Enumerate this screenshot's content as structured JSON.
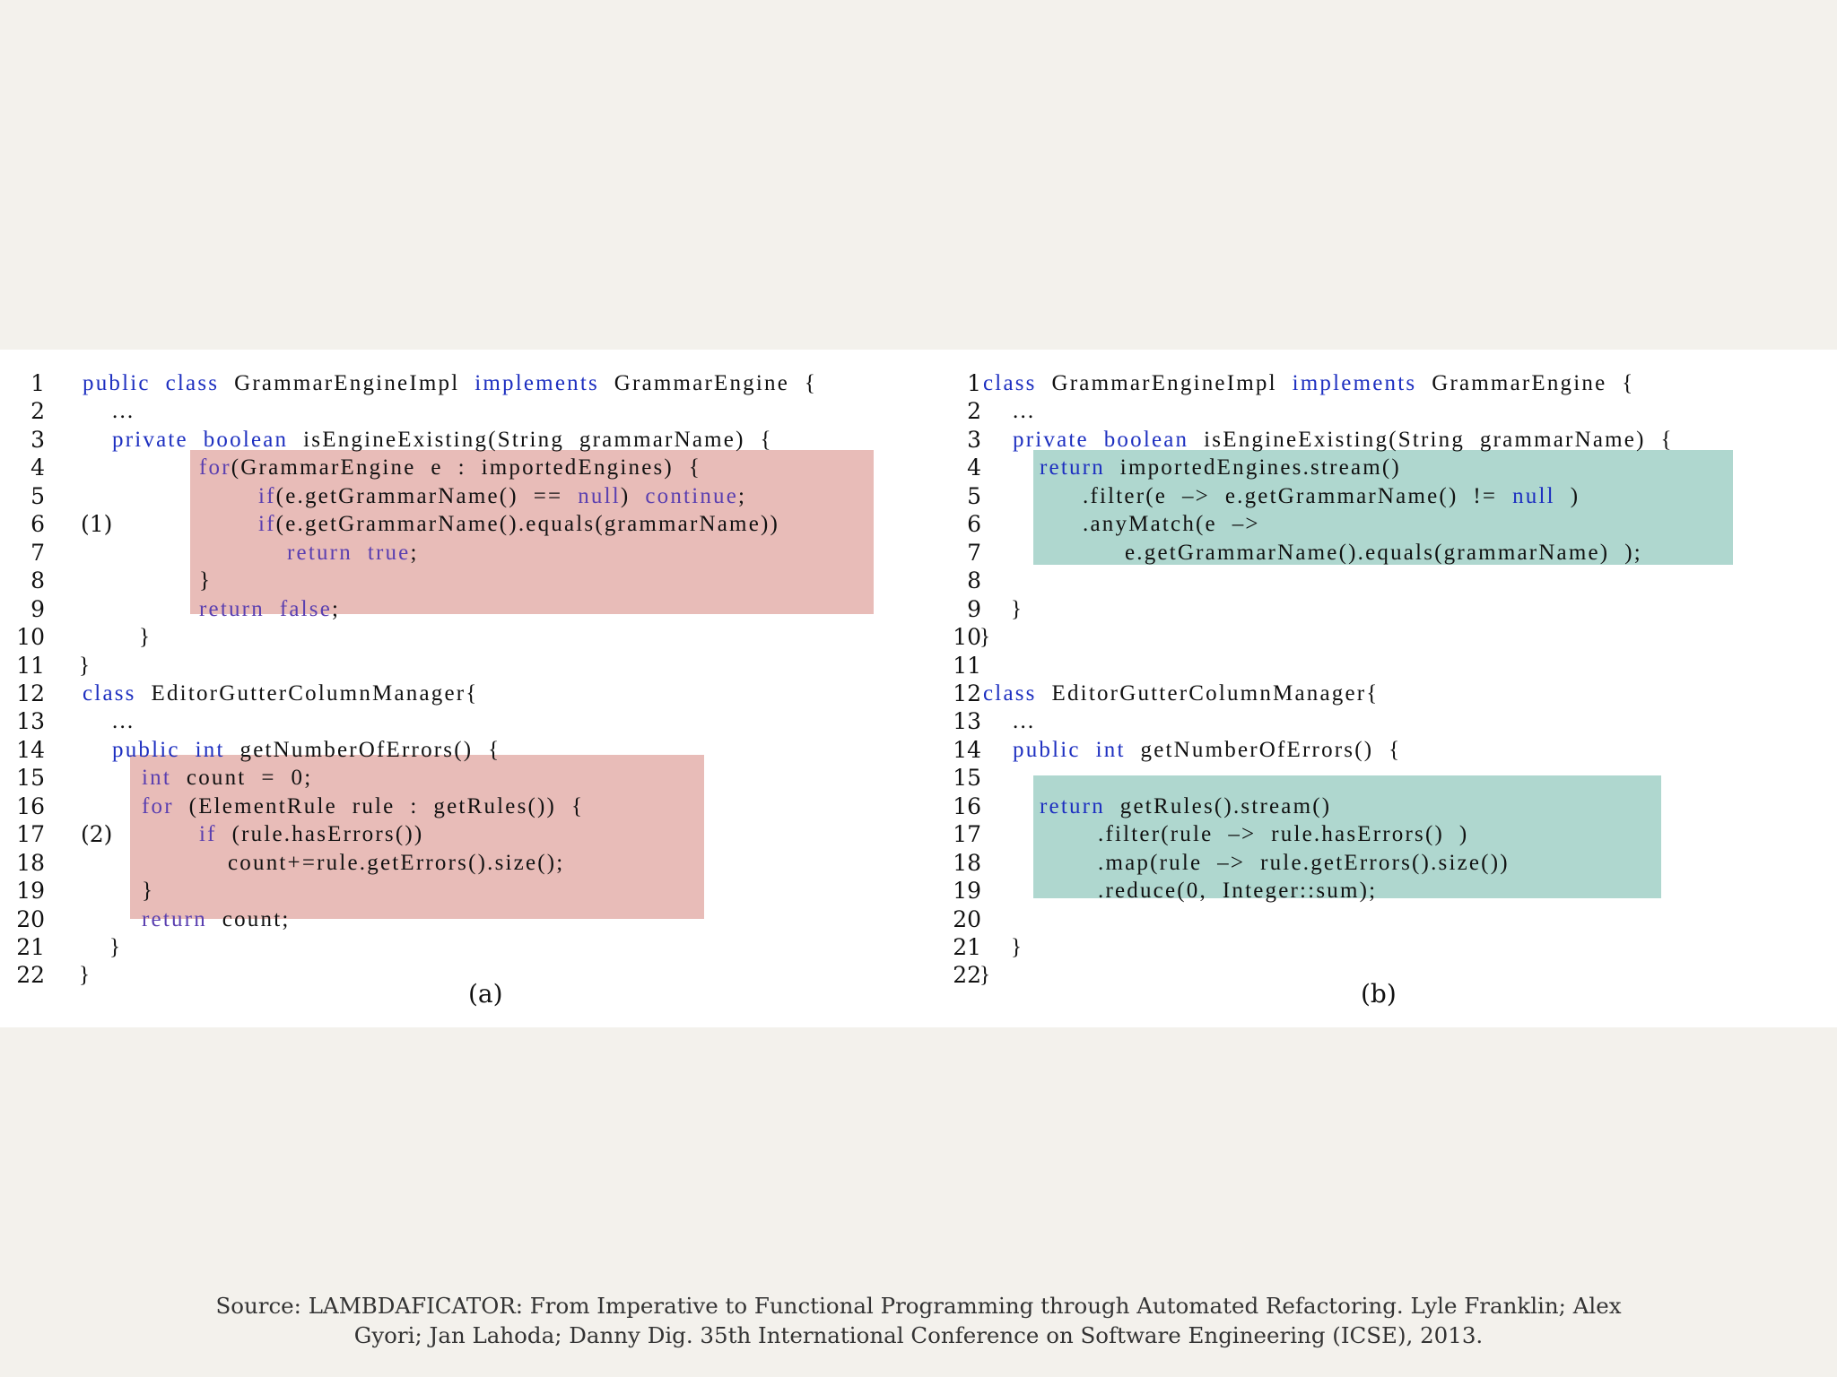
{
  "code_a": [
    {
      "n": "1",
      "mark": "",
      "indent": 92,
      "hl": false,
      "parts": [
        [
          "kw",
          "public"
        ],
        [
          "",
          "  "
        ],
        [
          "kw",
          "class"
        ],
        [
          "",
          "  GrammarEngineImpl  "
        ],
        [
          "kw",
          "implements"
        ],
        [
          "",
          "  GrammarEngine  {"
        ]
      ]
    },
    {
      "n": "2",
      "mark": "",
      "indent": 125,
      "hl": false,
      "parts": [
        [
          "",
          "..."
        ]
      ]
    },
    {
      "n": "3",
      "mark": "",
      "indent": 125,
      "hl": false,
      "parts": [
        [
          "kw",
          "private"
        ],
        [
          "",
          "  "
        ],
        [
          "kw",
          "boolean"
        ],
        [
          "",
          "  isEngineExisting(String  grammarName)  {"
        ]
      ]
    },
    {
      "n": "4",
      "mark": "",
      "indent": 222,
      "hl": true,
      "parts": [
        [
          "kwh",
          "for"
        ],
        [
          "",
          "(GrammarEngine  e  :  importedEngines)  {"
        ]
      ]
    },
    {
      "n": "5",
      "mark": "",
      "indent": 288,
      "hl": true,
      "parts": [
        [
          "kwh",
          "if"
        ],
        [
          "",
          "(e.getGrammarName()  ==  "
        ],
        [
          "kwh",
          "null"
        ],
        [
          "",
          ")  "
        ],
        [
          "kwh",
          "continue"
        ],
        [
          "",
          ";"
        ]
      ]
    },
    {
      "n": "6",
      "mark": "(1)",
      "indent": 288,
      "hl": true,
      "parts": [
        [
          "kwh",
          "if"
        ],
        [
          "",
          "(e.getGrammarName().equals(grammarName))"
        ]
      ]
    },
    {
      "n": "7",
      "mark": "",
      "indent": 320,
      "hl": true,
      "parts": [
        [
          "kwh",
          "return"
        ],
        [
          "",
          "  "
        ],
        [
          "kwh",
          "true"
        ],
        [
          "",
          ";"
        ]
      ]
    },
    {
      "n": "8",
      "mark": "",
      "indent": 222,
      "hl": true,
      "parts": [
        [
          "",
          "}"
        ]
      ]
    },
    {
      "n": "9",
      "mark": "",
      "indent": 222,
      "hl": true,
      "parts": [
        [
          "kwh",
          "return"
        ],
        [
          "",
          "  "
        ],
        [
          "kwh",
          "false"
        ],
        [
          "",
          ";"
        ]
      ]
    },
    {
      "n": "10",
      "mark": "",
      "indent": 155,
      "hl": false,
      "parts": [
        [
          "",
          "}"
        ]
      ]
    },
    {
      "n": "11",
      "mark": "",
      "indent": 88,
      "hl": false,
      "parts": [
        [
          "",
          "}"
        ]
      ]
    },
    {
      "n": "12",
      "mark": "",
      "indent": 92,
      "hl": false,
      "parts": [
        [
          "kw",
          "class"
        ],
        [
          "",
          "  EditorGutterColumnManager{"
        ]
      ]
    },
    {
      "n": "13",
      "mark": "",
      "indent": 125,
      "hl": false,
      "parts": [
        [
          "",
          "..."
        ]
      ]
    },
    {
      "n": "14",
      "mark": "",
      "indent": 125,
      "hl": false,
      "parts": [
        [
          "kw",
          "public"
        ],
        [
          "",
          "  "
        ],
        [
          "kw",
          "int"
        ],
        [
          "",
          "  getNumberOfErrors()  {"
        ]
      ]
    },
    {
      "n": "15",
      "mark": "",
      "indent": 158,
      "hl": true,
      "parts": [
        [
          "kwh",
          "int"
        ],
        [
          "",
          "  count  =  0;"
        ]
      ]
    },
    {
      "n": "16",
      "mark": "",
      "indent": 158,
      "hl": true,
      "parts": [
        [
          "kwh",
          "for"
        ],
        [
          "",
          "  (ElementRule  rule  :  getRules())  {"
        ]
      ]
    },
    {
      "n": "17",
      "mark": "(2)",
      "indent": 222,
      "hl": true,
      "parts": [
        [
          "kwh",
          "if"
        ],
        [
          "",
          "  (rule.hasErrors())"
        ]
      ]
    },
    {
      "n": "18",
      "mark": "",
      "indent": 254,
      "hl": true,
      "parts": [
        [
          "",
          "count+=rule.getErrors().size();"
        ]
      ]
    },
    {
      "n": "19",
      "mark": "",
      "indent": 158,
      "hl": true,
      "parts": [
        [
          "",
          "}"
        ]
      ]
    },
    {
      "n": "20",
      "mark": "",
      "indent": 158,
      "hl": true,
      "parts": [
        [
          "kwh",
          "return"
        ],
        [
          "",
          "  count;"
        ]
      ]
    },
    {
      "n": "21",
      "mark": "",
      "indent": 122,
      "hl": false,
      "parts": [
        [
          "",
          "}"
        ]
      ]
    },
    {
      "n": "22",
      "mark": "",
      "indent": 88,
      "hl": false,
      "parts": [
        [
          "",
          "}"
        ]
      ]
    }
  ],
  "code_b": [
    {
      "n": "1",
      "mark": "",
      "indent": 72,
      "hl": false,
      "parts": [
        [
          "kw",
          "class"
        ],
        [
          "",
          "  GrammarEngineImpl  "
        ],
        [
          "kw",
          "implements"
        ],
        [
          "",
          "  GrammarEngine  {"
        ]
      ]
    },
    {
      "n": "2",
      "mark": "",
      "indent": 105,
      "hl": false,
      "parts": [
        [
          "",
          "..."
        ]
      ]
    },
    {
      "n": "3",
      "mark": "",
      "indent": 105,
      "hl": false,
      "parts": [
        [
          "kw",
          "private"
        ],
        [
          "",
          "  "
        ],
        [
          "kw",
          "boolean"
        ],
        [
          "",
          "  isEngineExisting(String  grammarName)  {"
        ]
      ]
    },
    {
      "n": "4",
      "mark": "",
      "indent": 135,
      "hl": true,
      "parts": [
        [
          "kw",
          "return"
        ],
        [
          "",
          "  importedEngines.stream()"
        ]
      ]
    },
    {
      "n": "5",
      "mark": "",
      "indent": 183,
      "hl": true,
      "parts": [
        [
          "",
          ".filter(e  –>  e.getGrammarName()  !=  "
        ],
        [
          "kw",
          "null"
        ],
        [
          "",
          "  )"
        ]
      ]
    },
    {
      "n": "6",
      "mark": "",
      "indent": 183,
      "hl": true,
      "parts": [
        [
          "",
          ".anyMatch(e  –>"
        ]
      ]
    },
    {
      "n": "7",
      "mark": "",
      "indent": 230,
      "hl": true,
      "parts": [
        [
          "",
          "e.getGrammarName().equals(grammarName)  );"
        ]
      ]
    },
    {
      "n": "8",
      "mark": "",
      "indent": 105,
      "hl": false,
      "parts": [
        [
          "",
          ""
        ]
      ]
    },
    {
      "n": "9",
      "mark": "",
      "indent": 103,
      "hl": false,
      "parts": [
        [
          "",
          "}"
        ]
      ]
    },
    {
      "n": "10",
      "mark": "",
      "indent": 68,
      "hl": false,
      "parts": [
        [
          "",
          "}"
        ]
      ]
    },
    {
      "n": "11",
      "mark": "",
      "indent": 72,
      "hl": false,
      "parts": [
        [
          "",
          ""
        ]
      ]
    },
    {
      "n": "12",
      "mark": "",
      "indent": 72,
      "hl": false,
      "parts": [
        [
          "kw",
          "class"
        ],
        [
          "",
          "  EditorGutterColumnManager{"
        ]
      ]
    },
    {
      "n": "13",
      "mark": "",
      "indent": 105,
      "hl": false,
      "parts": [
        [
          "",
          "..."
        ]
      ]
    },
    {
      "n": "14",
      "mark": "",
      "indent": 105,
      "hl": false,
      "parts": [
        [
          "kw",
          "public"
        ],
        [
          "",
          "  "
        ],
        [
          "kw",
          "int"
        ],
        [
          "",
          "  getNumberOfErrors()  {"
        ]
      ]
    },
    {
      "n": "15",
      "mark": "",
      "indent": 105,
      "hl": false,
      "parts": [
        [
          "",
          ""
        ]
      ]
    },
    {
      "n": "16",
      "mark": "",
      "indent": 135,
      "hl": true,
      "parts": [
        [
          "kw",
          "return"
        ],
        [
          "",
          "  getRules().stream()"
        ]
      ]
    },
    {
      "n": "17",
      "mark": "",
      "indent": 200,
      "hl": true,
      "parts": [
        [
          "",
          ".filter(rule  –>  rule.hasErrors()  )"
        ]
      ]
    },
    {
      "n": "18",
      "mark": "",
      "indent": 200,
      "hl": true,
      "parts": [
        [
          "",
          ".map(rule  –>  rule.getErrors().size())"
        ]
      ]
    },
    {
      "n": "19",
      "mark": "",
      "indent": 200,
      "hl": true,
      "parts": [
        [
          "",
          ".reduce(0,  Integer::sum);"
        ]
      ]
    },
    {
      "n": "20",
      "mark": "",
      "indent": 105,
      "hl": false,
      "parts": [
        [
          "",
          ""
        ]
      ]
    },
    {
      "n": "21",
      "mark": "",
      "indent": 103,
      "hl": false,
      "parts": [
        [
          "",
          "}"
        ]
      ]
    },
    {
      "n": "22",
      "mark": "",
      "indent": 68,
      "hl": false,
      "parts": [
        [
          "",
          "}"
        ]
      ]
    }
  ],
  "caption_a": "(a)",
  "caption_b": "(b)",
  "source": {
    "line1": "Source: LAMBDAFICATOR: From Imperative to Functional Programming through Automated Refactoring. Lyle Franklin; Alex",
    "line2": "Gyori; Jan Lahoda; Danny Dig. 35th International Conference on Software Engineering (ICSE), 2013."
  },
  "colors": {
    "keyword": "#1d2fc0",
    "keyword_on_red": "#5a3fb0",
    "highlight_red": "#e8bcb8",
    "highlight_green": "#afd7cf"
  }
}
